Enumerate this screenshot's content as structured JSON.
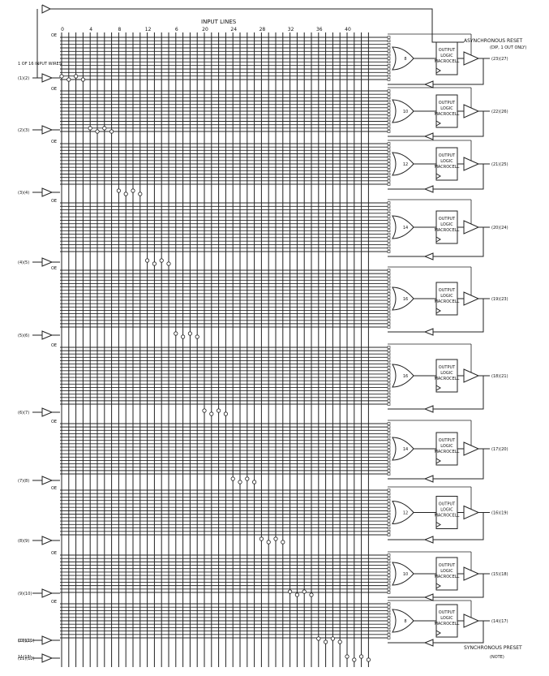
{
  "header": {
    "title": "INPUT LINES",
    "column_numbers": [
      "0",
      "4",
      "8",
      "12",
      "6",
      "20",
      "24",
      "28",
      "32",
      "36",
      "40"
    ]
  },
  "top_labels": {
    "asynchronous_reset": "ASYNCHRONOUS RESET",
    "asynchronous_reset_sub": "(DIP, 1 OUT ONLY)",
    "input_wire_label": "1 OF 16 INPUT WIRES"
  },
  "bottom_labels": {
    "synchronous_preset": "SYNCHRONOUS PRESET",
    "synchronous_preset_sub": "(NOTE)",
    "bottom_left_a": "10(12)",
    "bottom_left_b": "11(13)"
  },
  "left_pins": [
    "(1)(2)",
    "(2)(3)",
    "(3)(4)",
    "(4)(5)",
    "(5)(6)",
    "(6)(7)",
    "(7)(8)",
    "(8)(9)",
    "(9)(10)",
    "(10)(11)",
    "(11)(12)"
  ],
  "oe_label": "OE",
  "terms": [
    "8",
    "10",
    "12",
    "14",
    "16",
    "16",
    "14",
    "12",
    "10",
    "8"
  ],
  "cell": {
    "line1": "OUTPUT",
    "line2": "LOGIC",
    "line3": "MACROCELL"
  },
  "outputs": [
    "(23)(27)",
    "(22)(26)",
    "(21)(25)",
    "(20)(24)",
    "(19)(23)",
    "(18)(21)",
    "(17)(20)",
    "(16)(19)",
    "(15)(18)",
    "(14)(17)"
  ]
}
